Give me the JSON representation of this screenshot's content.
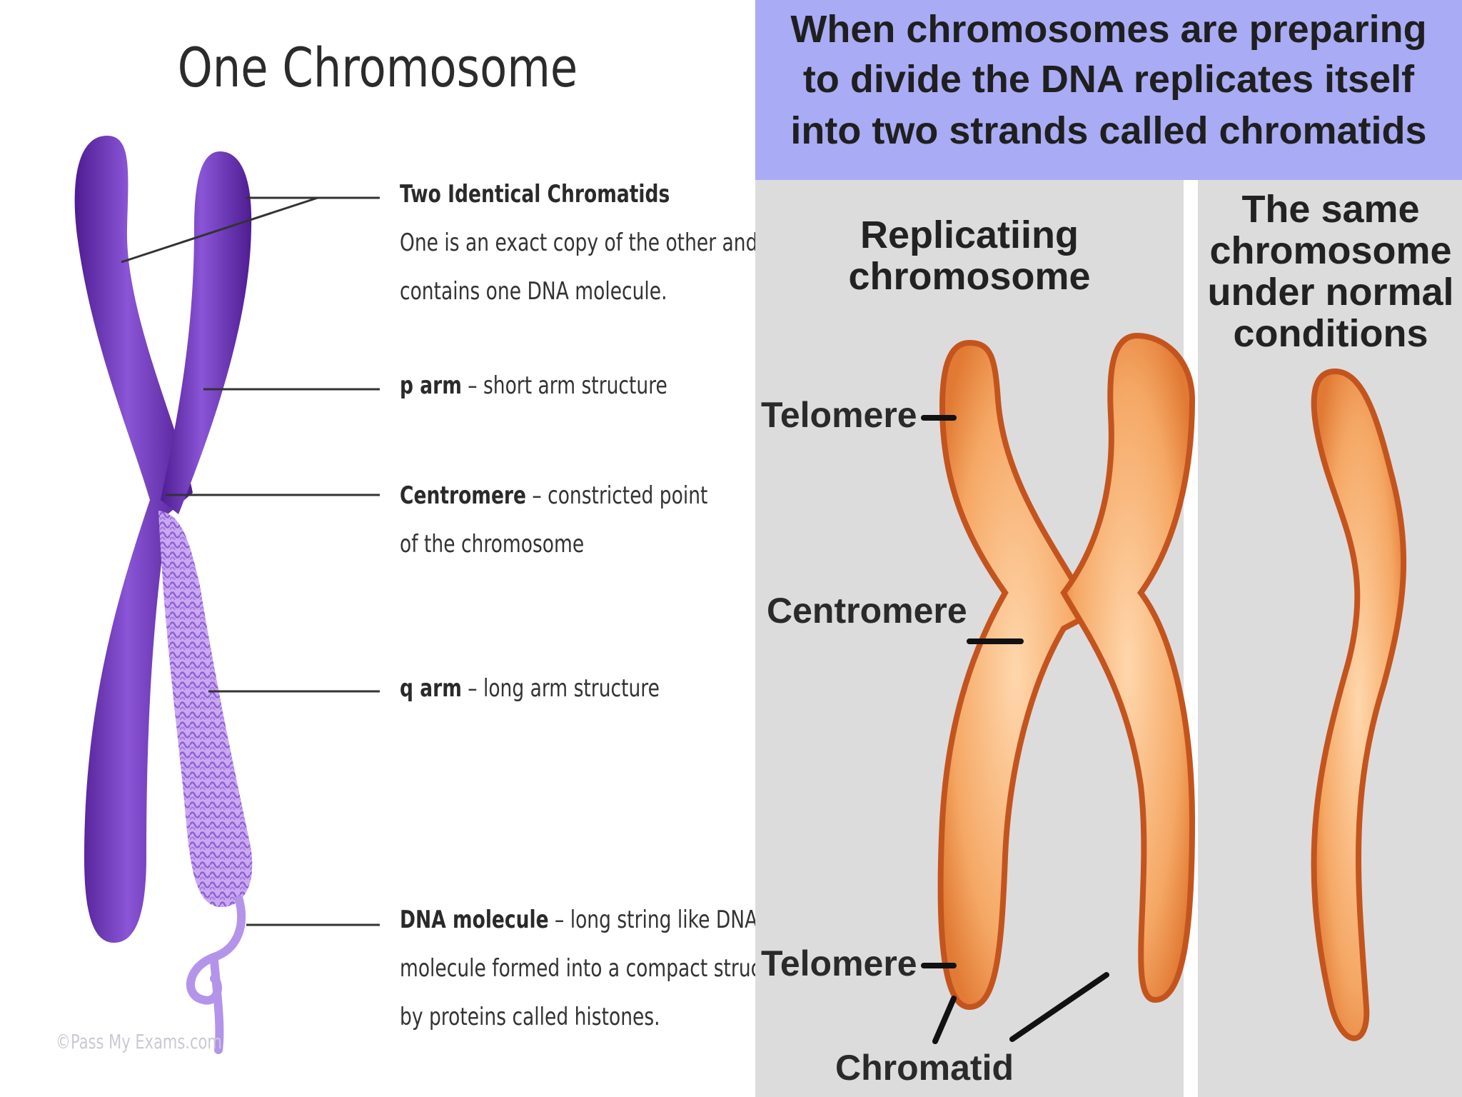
{
  "left": {
    "title": "One Chromosome",
    "labels": [
      {
        "bold": "Two Identical Chromatids",
        "text": "",
        "line2": "One is an exact copy of the other and each",
        "line3": "contains one DNA molecule."
      },
      {
        "bold": "p arm",
        "text": " – short arm structure"
      },
      {
        "bold": "Centromere",
        "text": " – constricted point",
        "line2": "of the chromosome"
      },
      {
        "bold": "q arm",
        "text": " – long arm structure"
      },
      {
        "bold": "DNA molecule",
        "text": " – long string like DNA",
        "line2": "molecule formed into a compact structure",
        "line3": "by proteins called histones."
      }
    ],
    "copyright": "©Pass My Exams.com"
  },
  "right": {
    "header": [
      "When chromosomes are preparing",
      "to divide the DNA replicates itself",
      "into two strands called chromatids"
    ],
    "col1_heading": [
      "Replicatiing",
      "chromosome"
    ],
    "col2_heading": [
      "The same",
      "chromosome",
      "under normal",
      "conditions"
    ],
    "labels": {
      "telomere_top": "Telomere",
      "centromere": "Centromere",
      "telomere_bottom": "Telomere",
      "chromatid": "Chromatid"
    }
  },
  "colors": {
    "purple": "#6a2fb0",
    "purple_light": "#b28ae6",
    "orange": "#f3a25e",
    "orange_outline": "#c4541e",
    "header_band": "#a9abf5"
  }
}
